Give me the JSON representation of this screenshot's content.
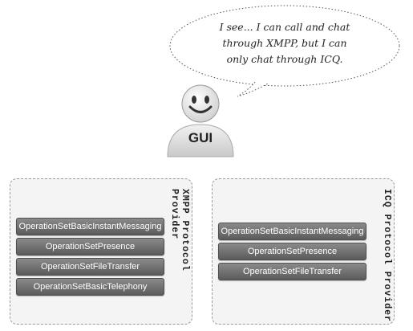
{
  "speech_bubble": {
    "lines": [
      "I see... I can call and chat",
      "through XMPP, but I can",
      "only chat through ICQ."
    ]
  },
  "gui": {
    "label": "GUI"
  },
  "providers": [
    {
      "title": "XMPP Protocol Provider",
      "operation_sets": [
        "OperationSetBasicInstantMessaging",
        "OperationSetPresence",
        "OperationSetFileTransfer",
        "OperationSetBasicTelephony"
      ]
    },
    {
      "title": "ICQ Protocol Provider",
      "operation_sets": [
        "OperationSetBasicInstantMessaging",
        "OperationSetPresence",
        "OperationSetFileTransfer"
      ]
    }
  ],
  "colors": {
    "opset_fill": "#6e6e6e",
    "provider_fill": "#f4f4f4",
    "avatar_fill": "#e0e0e0"
  }
}
